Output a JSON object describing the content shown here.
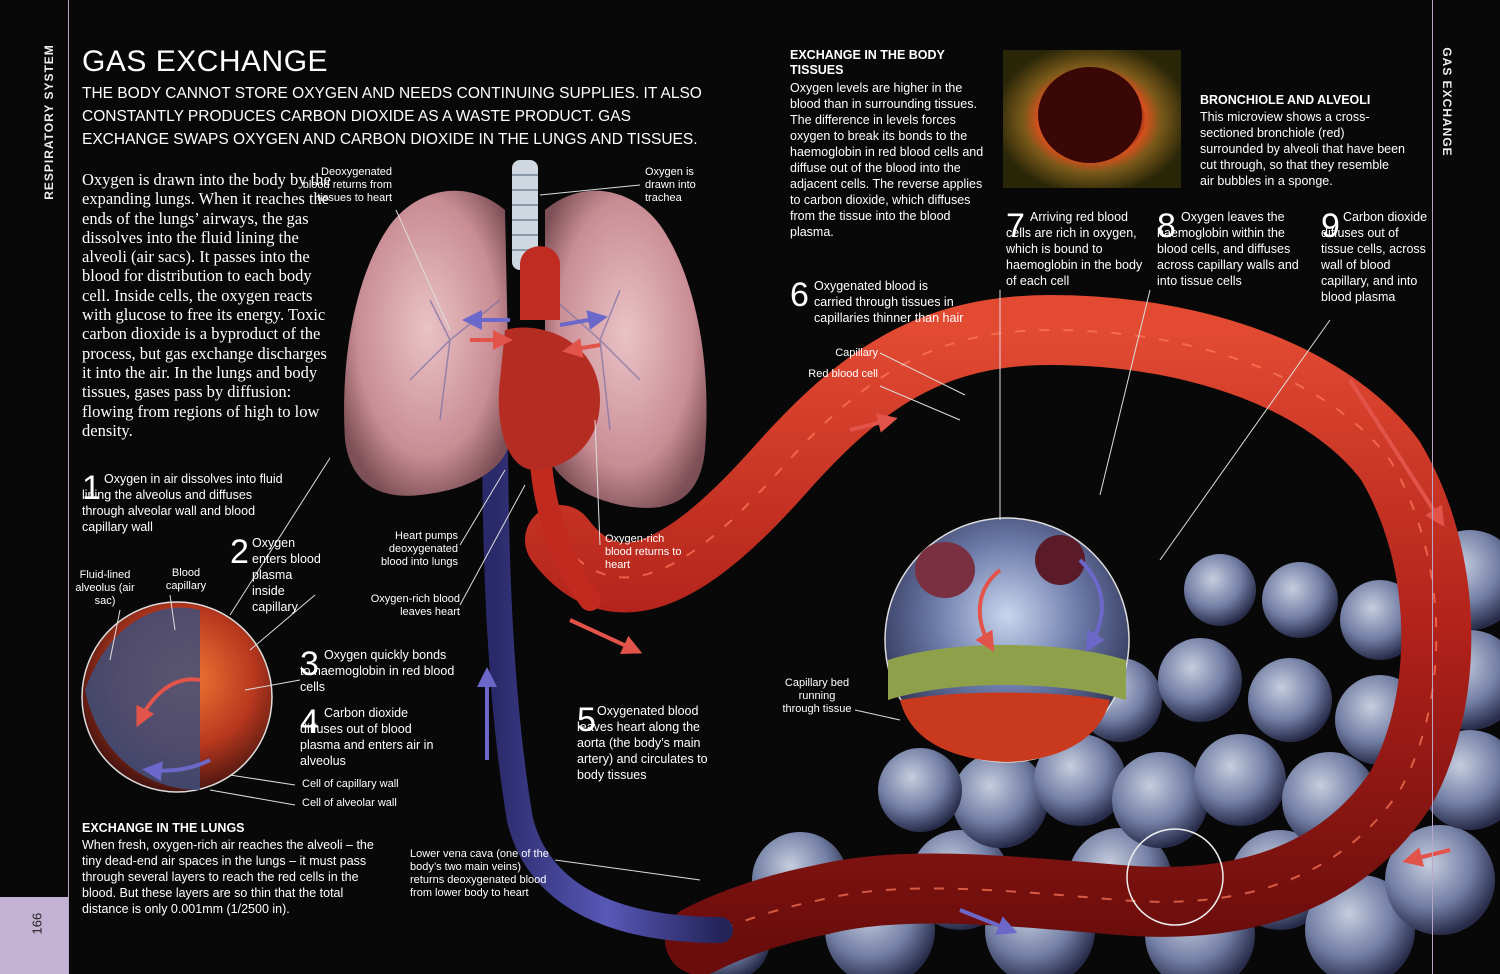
{
  "sidebar": {
    "left_label": "RESPIRATORY SYSTEM",
    "right_label": "GAS EXCHANGE",
    "page_number": "166",
    "tab_color": "#c3b2d4"
  },
  "title": "GAS EXCHANGE",
  "intro": "THE BODY CANNOT STORE OXYGEN AND NEEDS CONTINUING SUPPLIES. IT ALSO CONSTANTLY PRODUCES CARBON DIOXIDE AS A WASTE PRODUCT. GAS EXCHANGE SWAPS OXYGEN AND CARBON DIOXIDE IN THE LUNGS AND TISSUES.",
  "body_text": "Oxygen is drawn into the body by the expanding lungs. When it reaches the ends of the lungs’ airways, the gas dissolves into the fluid lining the alveoli (air sacs). It passes into the blood for distribution to each body cell. Inside cells, the oxygen reacts with glucose to free its energy. Toxic carbon dioxide is a byproduct of the process, but gas exchange discharges it into the air. In the lungs and body tissues, gases pass by diffusion: flowing from regions of high to low density.",
  "lung_labels": {
    "deoxygenated": "Deoxygenated blood returns from tissues to heart",
    "oxygen_drawn": "Oxygen is drawn into trachea",
    "heart_pumps": "Heart pumps deoxygenated blood into lungs",
    "oxygen_rich_leaves": "Oxygen-rich blood leaves heart",
    "oxygen_rich_returns": "Oxygen-rich blood returns to heart",
    "vena_cava": "Lower vena cava (one of the body’s two main veins) returns deoxygenated blood from lower body to heart"
  },
  "alveolus_labels": {
    "fluid_lined": "Fluid-lined alveolus (air sac)",
    "blood_capillary": "Blood capillary",
    "capillary_wall": "Cell of capillary wall",
    "alveolar_wall": "Cell of alveolar wall"
  },
  "steps": [
    {
      "num": "1",
      "text": "Oxygen in air dissolves into fluid lining the alveolus and diffuses through alveolar wall and blood capillary wall"
    },
    {
      "num": "2",
      "text": "Oxygen enters blood plasma inside capillary"
    },
    {
      "num": "3",
      "text": "Oxygen quickly bonds to haemoglobin in red blood cells"
    },
    {
      "num": "4",
      "text": "Carbon dioxide diffuses out of blood plasma and enters air in alveolus"
    },
    {
      "num": "5",
      "text": "Oxygenated blood leaves heart along the aorta (the body’s main artery) and circulates to body tissues"
    },
    {
      "num": "6",
      "text": "Oxygenated blood is carried through tissues in capillaries thinner than hair"
    },
    {
      "num": "7",
      "text": "Arriving red blood cells are rich in oxygen, which is bound to haemoglobin in the body of each cell"
    },
    {
      "num": "8",
      "text": "Oxygen leaves the haemoglobin within the blood cells, and diffuses across capillary walls and into tissue cells"
    },
    {
      "num": "9",
      "text": "Carbon dioxide diffuses out of tissue cells, across wall of blood capillary, and into blood plasma"
    }
  ],
  "exchange_lungs": {
    "heading": "EXCHANGE IN THE LUNGS",
    "text": "When fresh, oxygen-rich air reaches the alveoli – the tiny dead-end air spaces in the lungs – it must pass through several layers to reach the red cells in the blood. But these layers are so thin that the total distance is only 0.001mm (1/2500 in)."
  },
  "exchange_tissues": {
    "heading": "EXCHANGE IN THE BODY TISSUES",
    "text": "Oxygen levels are higher in the blood than in surrounding tissues. The difference in levels forces oxygen to break its bonds to the haemoglobin in red blood cells and diffuse out of the blood into the adjacent cells. The reverse applies to carbon dioxide, which diffuses from the tissue into the blood plasma."
  },
  "bronchiole": {
    "heading": "BRONCHIOLE AND ALVEOLI",
    "text": "This microview shows a cross-sectioned bronchiole (red) surrounded by alveoli that have been cut through, so that they resemble air bubbles in a sponge."
  },
  "tissue_labels": {
    "capillary": "Capillary",
    "red_blood_cell": "Red blood cell",
    "capillary_bed": "Capillary bed running through tissue"
  },
  "colors": {
    "background": "#080808",
    "oxygenated": "#c0281c",
    "deoxygenated": "#3a3a9a",
    "lung": "#d7a3a8",
    "arrow_red": "#e2534a",
    "arrow_blue": "#6b68c9"
  }
}
